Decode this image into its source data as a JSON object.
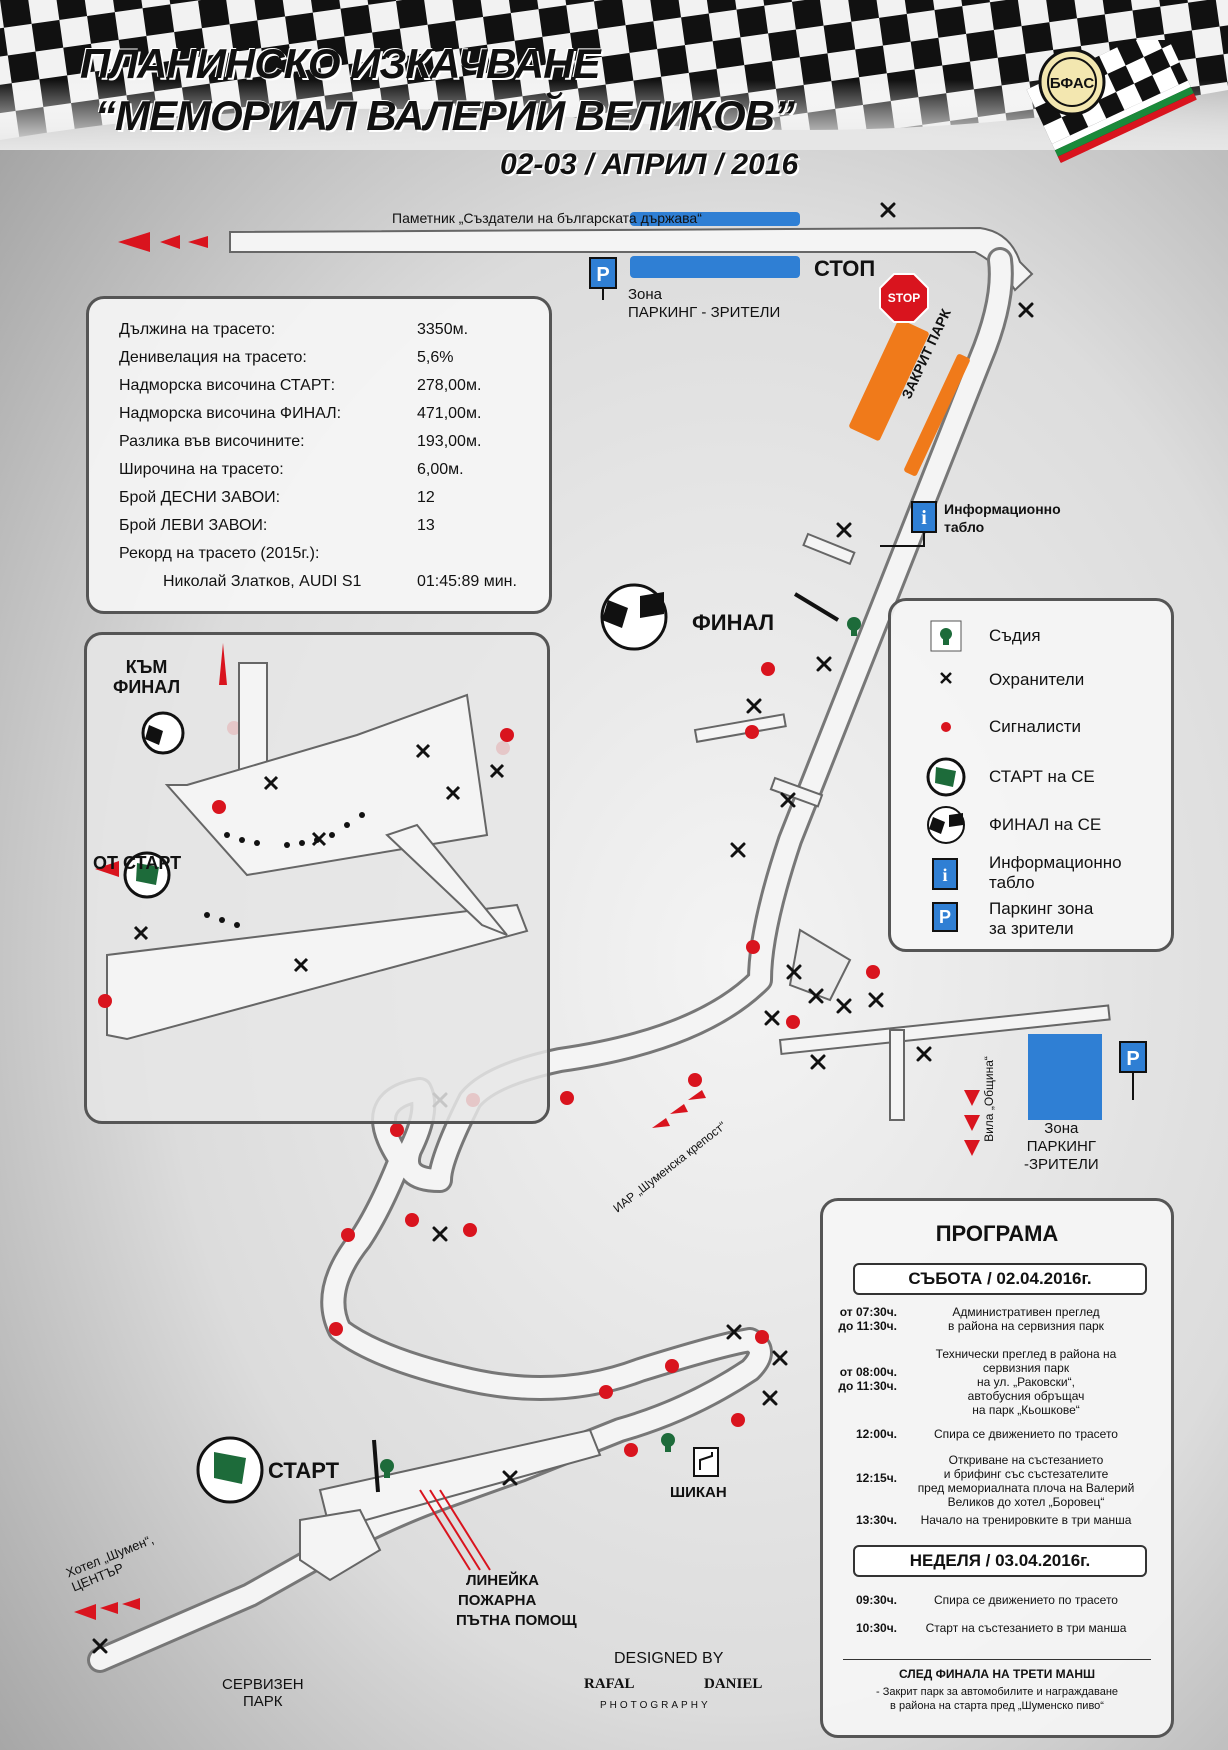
{
  "title": {
    "line1": "ПЛАНИНСКО ИЗКАЧВАНЕ",
    "line2": "“МЕМОРИАЛ ВАЛЕРИЙ ВЕЛИКОВ”",
    "dates": "02-03 / АПРИЛ / 2016",
    "logo_text": "БФАС"
  },
  "track_info": {
    "rows": [
      {
        "label": "Дължина на трасето:",
        "value": "3350м."
      },
      {
        "label": "Денивелация на трасето:",
        "value": "5,6%"
      },
      {
        "label": "Надморска височина СТАРТ:",
        "value": "278,00м."
      },
      {
        "label": "Надморска височина ФИНАЛ:",
        "value": "471,00м."
      },
      {
        "label": "Разлика във височините:",
        "value": "193,00м."
      },
      {
        "label": "Широчина на трасето:",
        "value": "6,00м."
      },
      {
        "label": "Брой ДЕСНИ ЗАВОИ:",
        "value": "12"
      },
      {
        "label": "Брой ЛЕВИ ЗАВОИ:",
        "value": "13"
      },
      {
        "label": "Рекорд на трасето (2015г.):",
        "value": ""
      },
      {
        "label": "Николай Златков, AUDI S1",
        "value": "01:45:89 мин."
      }
    ]
  },
  "map_labels": {
    "monument": "Паметник „Създатели на българската държава“",
    "stop": "СТОП",
    "stop_sign": "STOP",
    "parking_top": "Зона\nПАРКИНГ - ЗРИТЕЛИ",
    "closed_park": "ЗАКРИТ ПАРК",
    "info_board": "Информационно\nтабло",
    "finish": "ФИНАЛ",
    "start": "СТАРТ",
    "chicane": "ШИКАН",
    "ambulance": "ЛИНЕЙКА",
    "fire": "ПОЖАРНА",
    "road_help": "ПЪТНА ПОМОЩ",
    "service_park": "СЕРВИЗЕН\nПАРК",
    "hotel": "Хотел „Шумен“,\nЦЕНТЪР",
    "fortress": "ИАР „Шуменска крепост“",
    "villa": "Вила „Община“",
    "parking_right": "Зона\nПАРКИНГ\n-ЗРИТЕЛИ",
    "to_finish": "КЪМ\nФИНАЛ",
    "from_start": "ОТ СТАРТ",
    "designed_by": "DESIGNED BY",
    "designer1": "RAFAL",
    "designer2": "DANIEL",
    "designer3": "PHOTOGRAPHY",
    "p_letter": "P",
    "i_letter": "i"
  },
  "legend": {
    "items": [
      {
        "icon": "judge-icon",
        "label": "Съдия"
      },
      {
        "icon": "marshal-cross-icon",
        "label": "Охранители"
      },
      {
        "icon": "signaler-dot-icon",
        "label": "Сигналисти"
      },
      {
        "icon": "start-flag-icon",
        "label": "СТАРТ на СЕ"
      },
      {
        "icon": "finish-flag-icon",
        "label": "ФИНАЛ на СЕ"
      },
      {
        "icon": "info-board-icon",
        "label": "Информационно\nтабло"
      },
      {
        "icon": "parking-icon",
        "label": "Паркинг зона\nза зрители"
      }
    ]
  },
  "program": {
    "title": "ПРОГРАМА",
    "day1": "СЪБОТА / 02.04.2016г.",
    "day1_items": [
      {
        "time": "от 07:30ч.\nдо 11:30ч.",
        "text": "Административен преглед\nв района на сервизния парк"
      },
      {
        "time": "от 08:00ч.\nдо 11:30ч.",
        "text": "Технически преглед в района на\nсервизния парк\nна ул. „Раковски“,\nавтобусния обръщач\nна парк „Кьошкове“"
      },
      {
        "time": "12:00ч.",
        "text": "Спира се движението по трасето"
      },
      {
        "time": "12:15ч.",
        "text": "Откриване на състезанието\nи брифинг със състезателите\nпред мемориалната плоча на Валерий\nВеликов до хотел „Боровец“"
      },
      {
        "time": "13:30ч.",
        "text": "Начало на тренировките в три манша"
      }
    ],
    "day2": "НЕДЕЛЯ / 03.04.2016г.",
    "day2_items": [
      {
        "time": "09:30ч.",
        "text": "Спира се движението по трасето"
      },
      {
        "time": "10:30ч.",
        "text": "Старт на състезанието в три манша"
      }
    ],
    "after_title": "СЛЕД ФИНАЛА НА ТРЕТИ МАНШ",
    "after_text": "- Закрит парк за автомобилите и награждаване\nв района на старта пред „Шуменско пиво“"
  },
  "colors": {
    "accent_red": "#d9141e",
    "parking_blue": "#2f7fd4",
    "closed_orange": "#f07a1a",
    "judge_green": "#1d6b3a"
  }
}
